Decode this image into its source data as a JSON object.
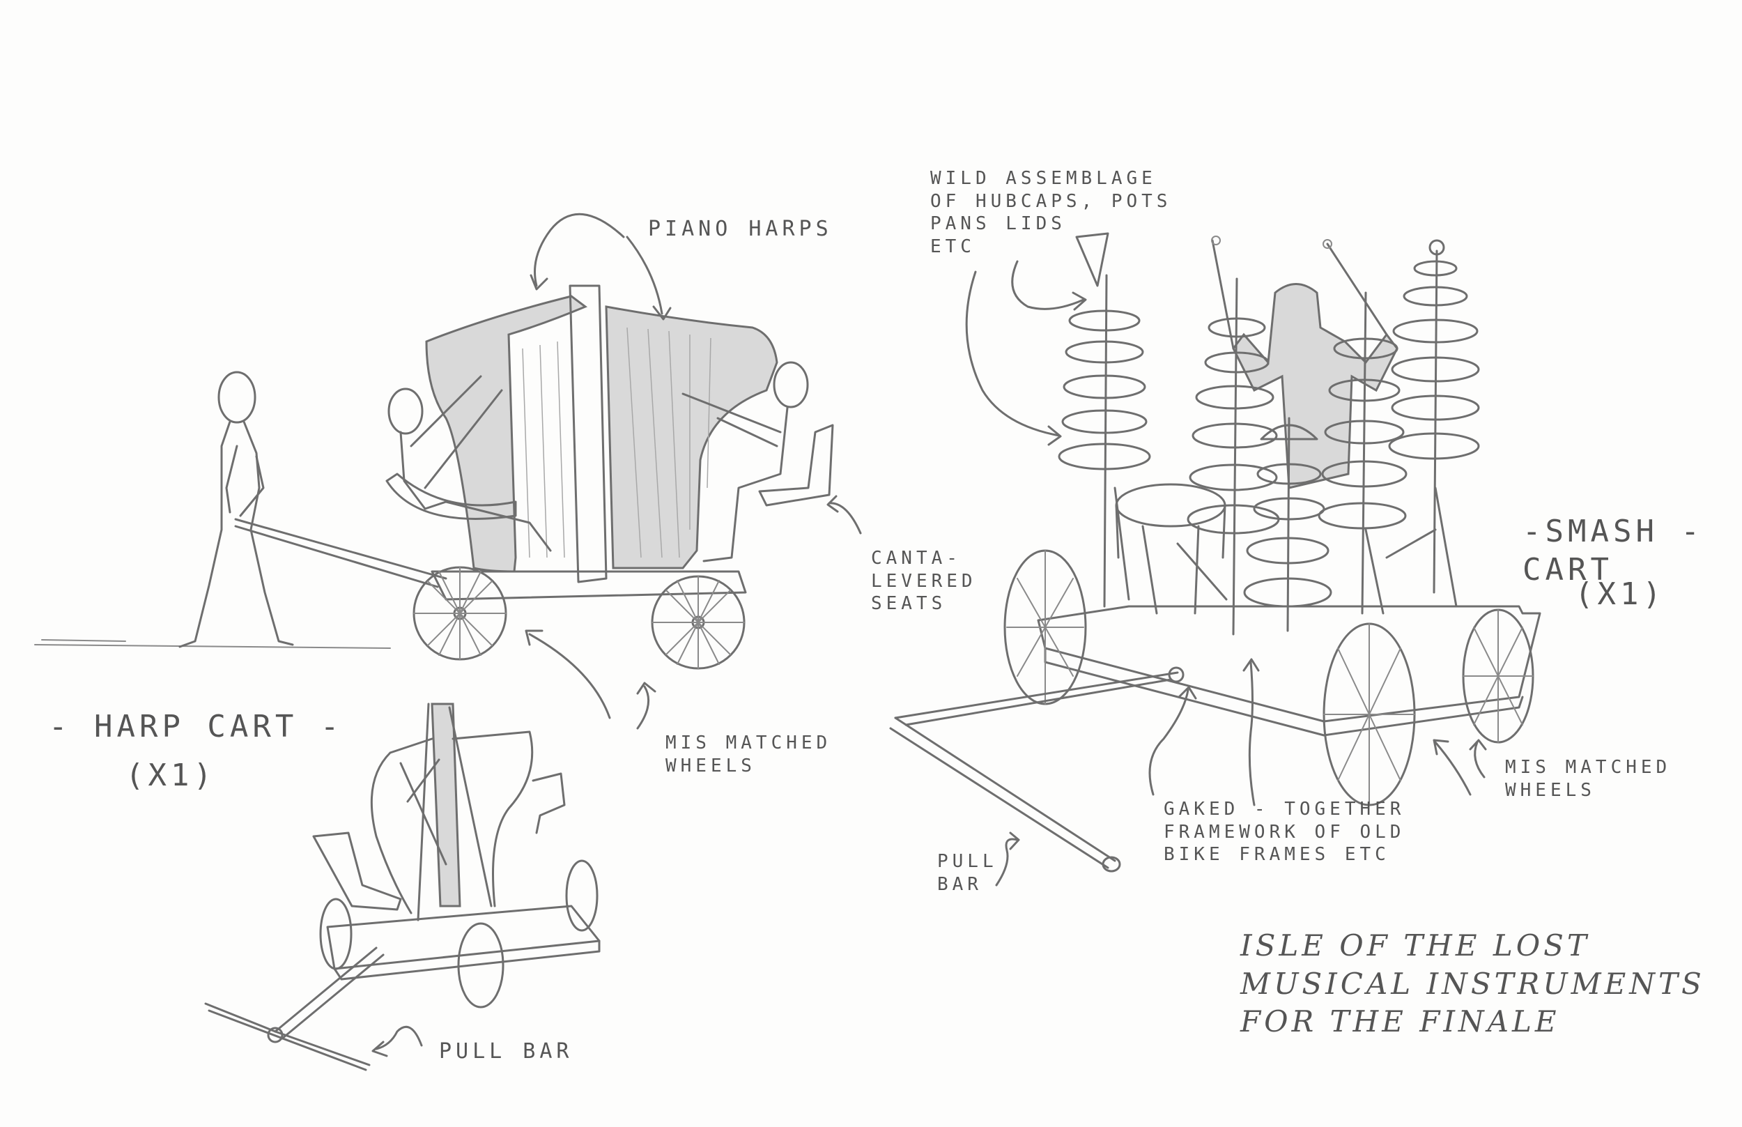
{
  "labels": {
    "piano_harps": "Piano Harps",
    "cantilevered_seats": "Canta-\nlevered\nseats",
    "mismatched_wheels_left": "Mis matched\nwheels",
    "harp_cart": "- Harp Cart -",
    "harp_cart_qty": "(x1)",
    "pull_bar_left": "Pull Bar",
    "assemblage": "Wild Assemblage\nof Hubcaps, pots\npans lids\netc",
    "smash_cart": "-Smash -\ncart",
    "smash_cart_qty": "(x1)",
    "mismatched_wheels_right": "Mis matched\nwheels",
    "framework": "Gaked - together\nframework of old\nbike frames etc",
    "pull_bar_right": "Pull\nbar",
    "title": "Isle of the Lost\nMusical Instruments\nfor the Finale"
  }
}
